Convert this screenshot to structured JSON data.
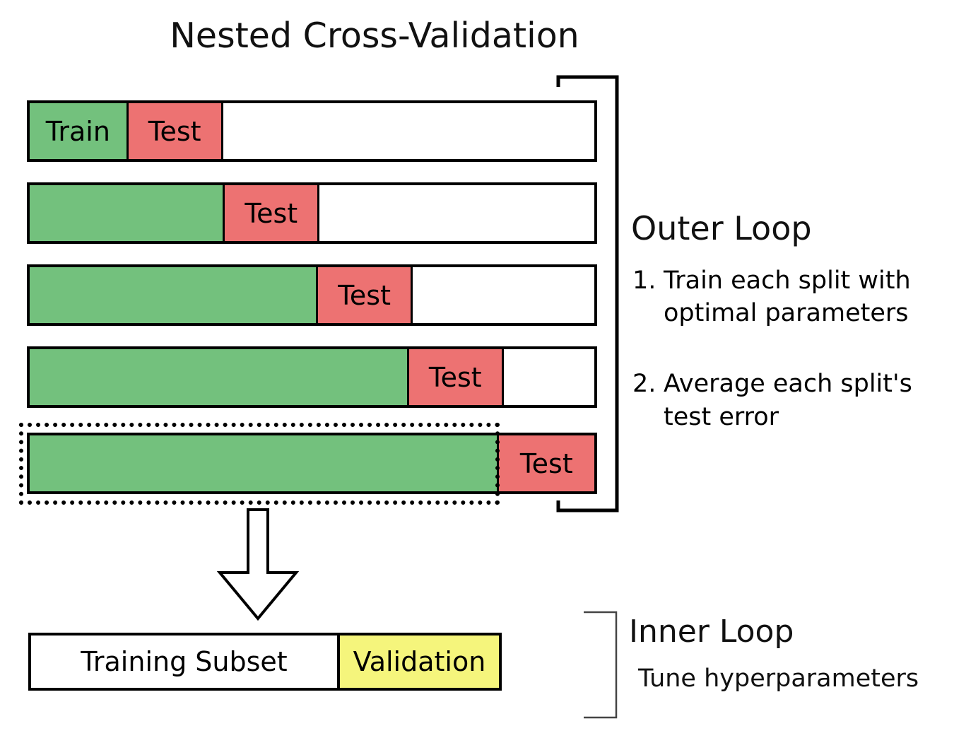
{
  "title": "Nested Cross-Validation",
  "colors": {
    "train_green": "#73c17d",
    "test_red": "#ed7272",
    "validation_yellow": "#f5f57c",
    "outline_black": "#000000"
  },
  "bars": {
    "label_train": "Train",
    "label_test": "Test",
    "rows": [
      {
        "train_pct": 17.1,
        "test_pct": 16.4
      },
      {
        "train_pct": 34.2,
        "test_pct": 16.4
      },
      {
        "train_pct": 50.7,
        "test_pct": 16.4
      },
      {
        "train_pct": 66.8,
        "test_pct": 16.4
      },
      {
        "train_pct": 83.0,
        "test_pct": 17.0
      }
    ]
  },
  "outer_loop": {
    "heading": "Outer Loop",
    "items": [
      {
        "number": "1.",
        "text": "Train each split with optimal parameters"
      },
      {
        "number": "2.",
        "text": "Average each split's test error"
      }
    ]
  },
  "inner_loop": {
    "heading": "Inner Loop",
    "subtext": "Tune hyperparameters"
  },
  "bottom_bar": {
    "training_label": "Training Subset",
    "validation_label": "Validation",
    "training_pct": 65.8,
    "validation_pct": 34.2
  }
}
